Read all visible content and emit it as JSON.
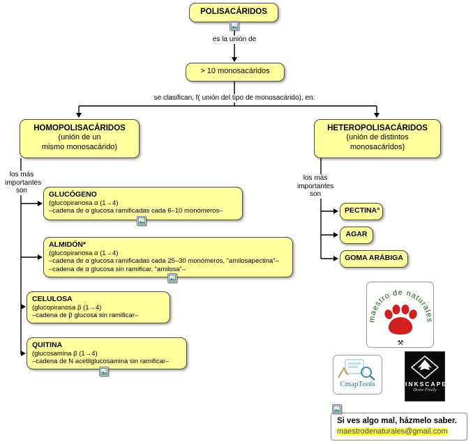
{
  "root": {
    "label": "POLISACÁRIDOS"
  },
  "links": {
    "es_la_union": "es la unión de",
    "se_clasifican": "se clasifican, f( unión del tipo de monosacárido), en:",
    "importantes_left": "los más\nimportantes\nson",
    "importantes_right": "los más\nimportantes\nson"
  },
  "nodes": {
    "monosacaridos": {
      "label": "> 10 monosacáridos"
    },
    "homo": {
      "title": "HOMOPOLISACÁRIDOS",
      "subtitle": "(unión de un\nmismo monosacárido)"
    },
    "hetero": {
      "title": "HETEROPOLISACÁRIDOS",
      "subtitle": "(unión de distintos\nmonosacáridos)"
    },
    "glucogeno": {
      "title": "GLUCÓGENO",
      "lines": [
        "(glucopiranosa α (1→4)",
        "–cadena de α glucosa ramificadas cada 6–10 monómeros–"
      ]
    },
    "almidon": {
      "title": "ALMIDÓN*",
      "lines": [
        "(glucopiranosa α (1→4)",
        "–cadena de α glucosa ramificadas cada 25–30 monómeros, “amilosapectina”–",
        "–cadena de α glucosa sin ramificar, “amilosa”–"
      ]
    },
    "celulosa": {
      "title": "CELULOSA",
      "lines": [
        "(glucopiranosa β (1→4)",
        "–cadena de β glucosa sin ramificar–"
      ]
    },
    "quitina": {
      "title": "QUITINA",
      "lines": [
        "(glucosamina β (1→4)",
        "–cadena de N acetilglucosamina sin ramificar–"
      ]
    },
    "pectina": {
      "label": "PECTINA°"
    },
    "agar": {
      "label": "AGAR"
    },
    "goma": {
      "label": "GOMA ARÁBIGA"
    }
  },
  "logos": {
    "maestro_circle_text": "maestro de naturales",
    "maestro_mark": "⚒",
    "cmaptools": "CmapTools",
    "inkscape": "INKSCAPE",
    "inkscape_sub": "Draw Freely"
  },
  "footer": {
    "message": "Si ves algo mal, házmelo saber.",
    "email": "maestrodenaturales@gmail.com"
  },
  "colors": {
    "node_fill": "#ffff9e",
    "node_border": "#4a4a4a",
    "paw_red": "#d02020",
    "cmap_teal": "#1d7e91"
  }
}
